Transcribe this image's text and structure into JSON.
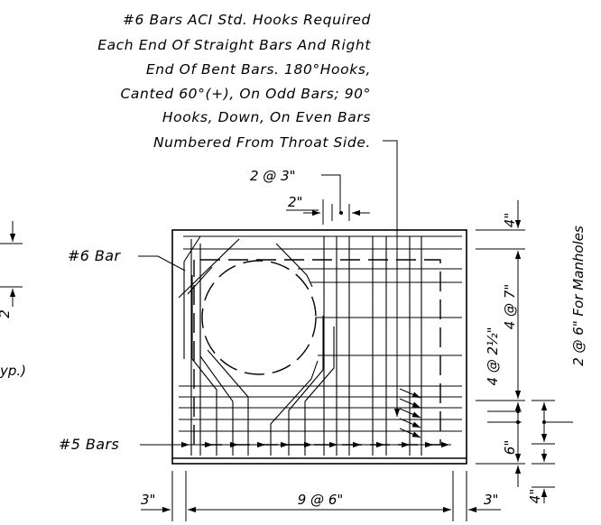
{
  "note": {
    "lines": [
      "#6 Bars ACI Std. Hooks Required",
      "Each End Of Straight Bars And Right",
      "End Of Bent Bars.  180°Hooks,",
      "Canted 60°(+), On Odd Bars;  90°",
      "Hooks, Down, On Even Bars",
      "Numbered From Throat Side."
    ]
  },
  "labels": {
    "bar6": "#6 Bar",
    "bars5": "#5 Bars",
    "manholes": "2 @ 6\" For Manholes",
    "typ_fragment": "yp.)",
    "left_fragment": "2"
  },
  "dims": {
    "top_spacing": "2 @ 3\"",
    "top_small": "2\"",
    "right_top": "4\"",
    "right_spacing": "4 @ 7\"",
    "right_mid": "4 @ 2½\"",
    "right_bottom": "6\"",
    "right_lowest": "4\"",
    "bottom_left": "3\"",
    "bottom_spacing": "9 @ 6\"",
    "bottom_right": "3\""
  }
}
